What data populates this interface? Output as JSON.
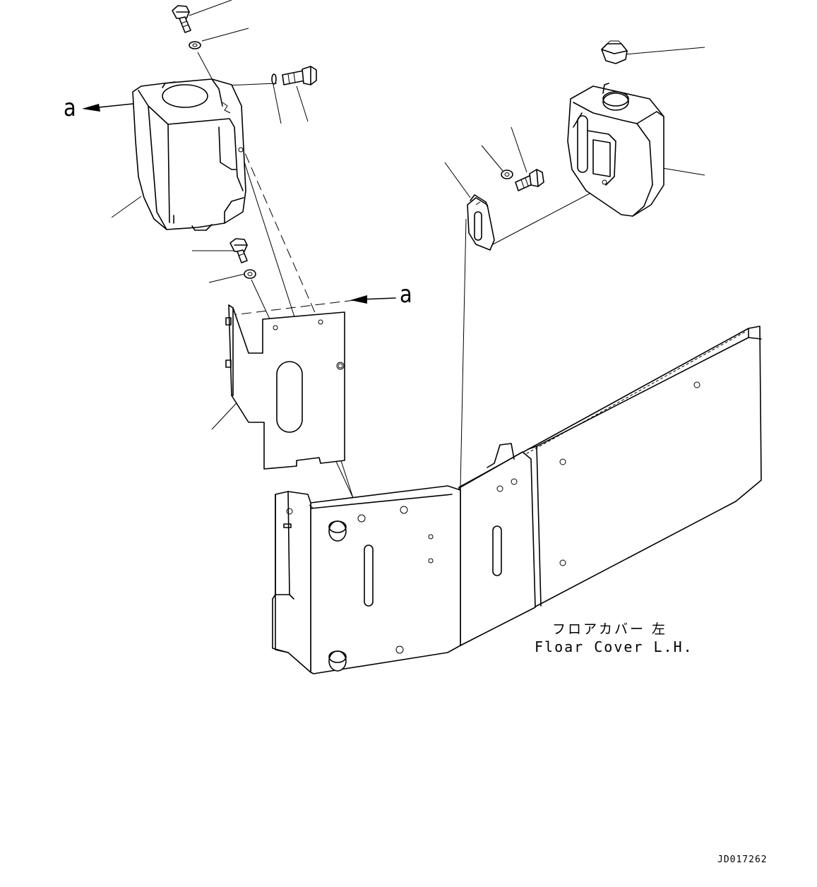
{
  "view_markers": [
    {
      "letter": "a"
    },
    {
      "letter": "a"
    }
  ],
  "floor_cover_label": {
    "japanese": "フロアカバー 左",
    "english": "Floar Cover L.H."
  },
  "drawing_code": "JD017262"
}
